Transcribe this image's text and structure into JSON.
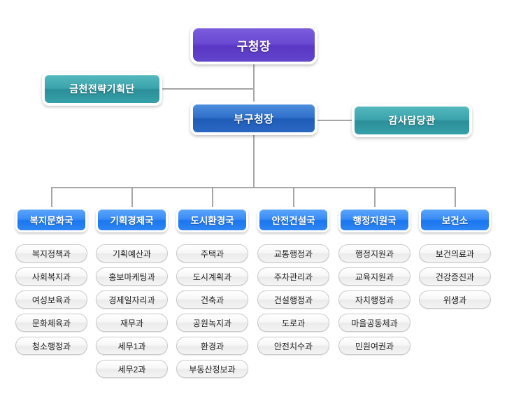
{
  "chart_title": "",
  "colors": {
    "root": "#6a4ad2",
    "vice": "#2f6fc9",
    "staff": "#3aa3ab",
    "department": "#2f86f3",
    "sub": "#f4f4f4",
    "line": "#a6a6a6"
  },
  "root": {
    "label": "구청장"
  },
  "vice": {
    "label": "부구청장"
  },
  "staff": [
    {
      "label": "금천전략기획단",
      "side": "left"
    },
    {
      "label": "감사담당관",
      "side": "right"
    }
  ],
  "departments": [
    {
      "label": "복지문화국",
      "items": [
        "복지정책과",
        "사회복지과",
        "여성보육과",
        "문화체육과",
        "청소행정과"
      ]
    },
    {
      "label": "기획경제국",
      "items": [
        "기획예산과",
        "홍보마케팅과",
        "경제일자리과",
        "재무과",
        "세무1과",
        "세무2과"
      ]
    },
    {
      "label": "도시환경국",
      "items": [
        "주택과",
        "도시계획과",
        "건축과",
        "공원녹지과",
        "환경과",
        "부동산정보과"
      ]
    },
    {
      "label": "안전건설국",
      "items": [
        "교통행정과",
        "주차관리과",
        "건설행정과",
        "도로과",
        "안전치수과"
      ]
    },
    {
      "label": "행정지원국",
      "items": [
        "행정지원과",
        "교육지원과",
        "자치행정과",
        "마을공동체과",
        "민원여권과"
      ]
    },
    {
      "label": "보건소",
      "items": [
        "보건의료과",
        "건강증진과",
        "위생과"
      ]
    }
  ]
}
